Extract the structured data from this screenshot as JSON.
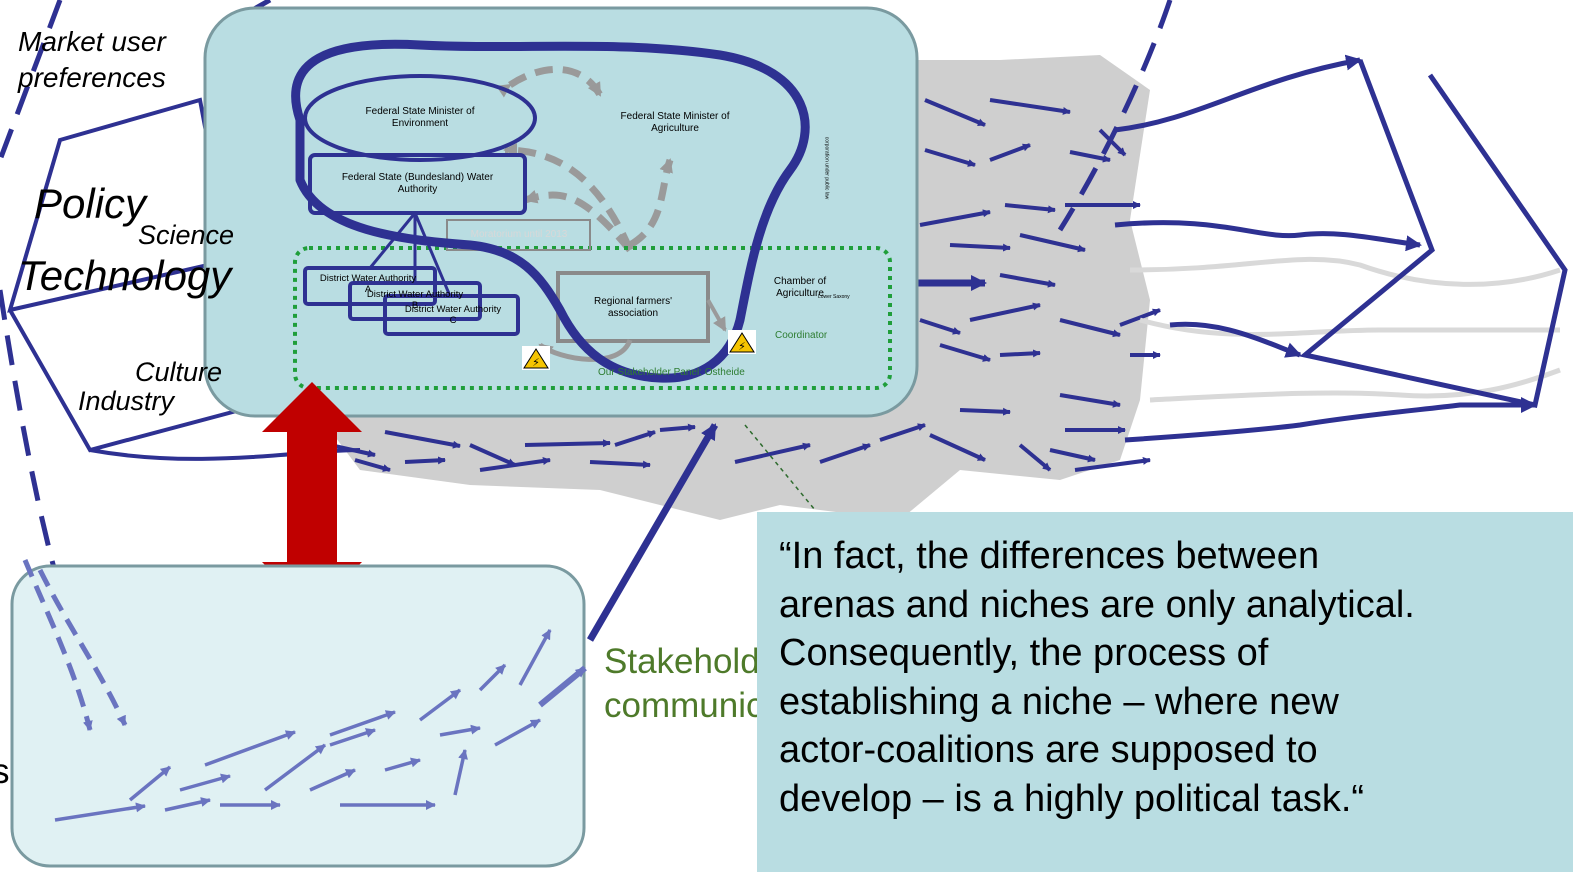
{
  "landscape": {
    "market": "Market user preferences",
    "policy": "Policy",
    "science": "Science",
    "technology": "Technology",
    "culture": "Culture",
    "industry": "Industry"
  },
  "arena": {
    "minister_env": "Federal State Minister of Environment",
    "minister_agri": "Federal State Minister of Agriculture",
    "water_authority": "Federal State (Bundesland) Water Authority",
    "moratorium": "Moratorium until 2013",
    "district_a": "District Water Authority A",
    "district_b": "District Water Authority B",
    "district_c": "District Water Authority C",
    "farmers": "Regional farmers' association",
    "chamber": "Chamber of Agriculture",
    "chamber_sub": "Lower Saxony",
    "coordinator": "Coordinator",
    "panel": "Our Stakeholder Panel: Ostheide",
    "vertical_note": "corporation under public law"
  },
  "stakeholder_label": "Stakeholder communication",
  "left_fragment": "s",
  "quote": "“In fact, the differences between\narenas and niches are only analytical.\nConsequently, the process of\nestablishing a niche – where new\nactor-coalitions are supposed to\ndevelop – is a highly political task.“",
  "colors": {
    "navy": "#2e3192",
    "teal_box": "#b9dde2",
    "niche_box": "#e0f1f3",
    "red_arrow": "#c00000",
    "green_dotted": "#1f9e3a",
    "gray_blob": "#cfcfcf"
  }
}
